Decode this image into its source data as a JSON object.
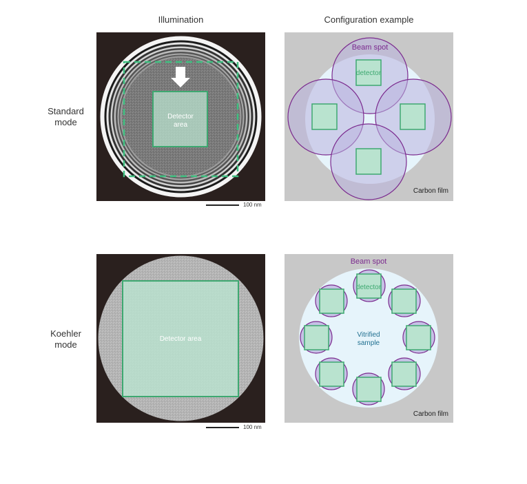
{
  "columns": {
    "illumination": "Illumination",
    "configuration": "Configuration example"
  },
  "rows": {
    "standard": {
      "label_line1": "Standard",
      "label_line2": "mode"
    },
    "koehler": {
      "label_line1": "Koehler",
      "label_line2": "mode"
    }
  },
  "standard_panel": {
    "detector_line1": "Detector",
    "detector_line2": "area",
    "scale_label": "100 nm"
  },
  "standard_config": {
    "beam_spot": "Beam spot",
    "detector": "detector",
    "carbon_film": "Carbon film"
  },
  "koehler_panel": {
    "detector_label": "Detector area",
    "scale_label": "100 nm"
  },
  "koehler_config": {
    "beam_spot": "Beam spot",
    "detector": "detector",
    "sample_line1": "Vitrified",
    "sample_line2": "sample",
    "carbon_film": "Carbon film"
  },
  "colors": {
    "background_dark": "#2a201e",
    "carbon_film_gray": "#c8c8c8",
    "vitrified_sample": "#e6f4fb",
    "beam_spot_fill": "#b9b2de",
    "beam_spot_stroke": "#7b2a8e",
    "detector_fill": "#b9e3cf",
    "detector_stroke": "#3da870",
    "beam_spot_text": "#7b2a8e",
    "detector_text": "#3da870",
    "sample_text": "#1f6f8f"
  }
}
